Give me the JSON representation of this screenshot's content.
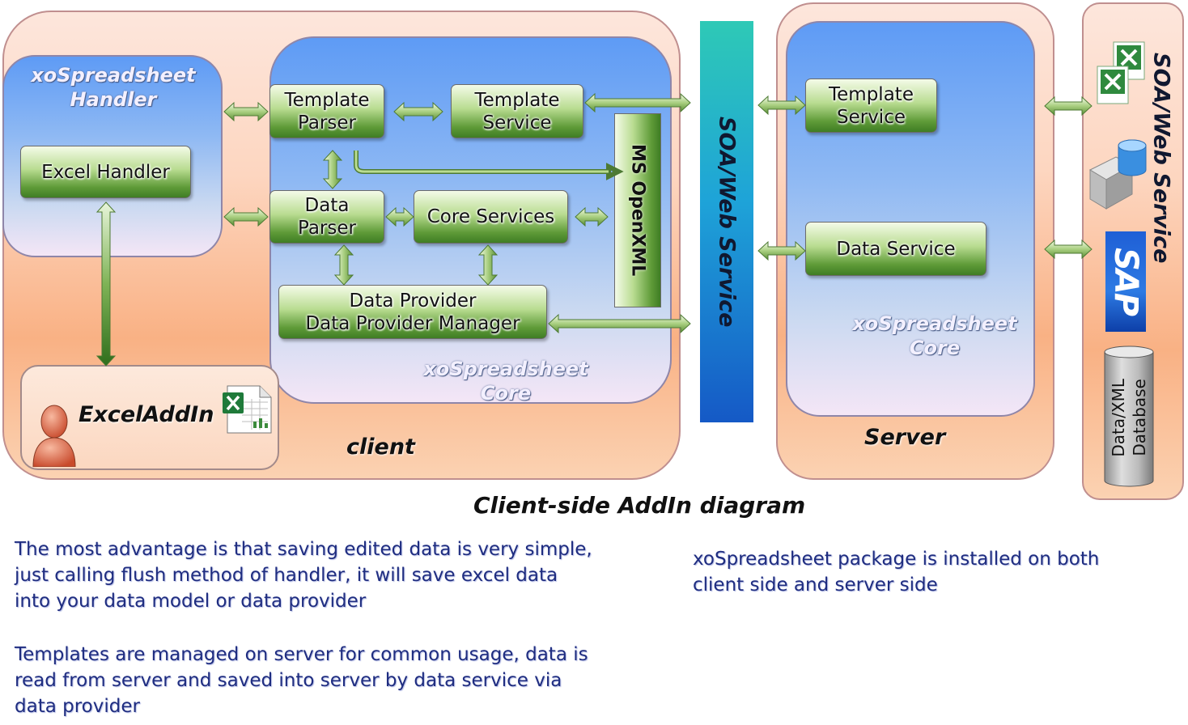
{
  "client": {
    "label": "client",
    "handler_title": "xoSpreadsheet\nHandler",
    "excel_handler": "Excel Handler",
    "addin_label": "ExcelAddIn",
    "core_title": "xoSpreadsheet\nCore",
    "template_parser": "Template\nParser",
    "template_service": "Template\nService",
    "data_parser": "Data\nParser",
    "core_services": "Core Services",
    "data_provider": "Data Provider\nData Provider Manager",
    "openxml": "MS OpenXML"
  },
  "bus_label": "SOA/Web Service",
  "server": {
    "label": "Server",
    "core_title": "xoSpreadsheet\nCore",
    "template_service": "Template\nService",
    "data_service": "Data Service"
  },
  "external": {
    "title": "SOA/Web Service",
    "database": "Data/XML\nDatabase",
    "sap": "SAP"
  },
  "caption": "Client-side AddIn diagram",
  "notes": {
    "left_1": "The most advantage is that saving edited data is very simple,\njust calling flush method of handler, it will save excel data\ninto your data model or data provider",
    "left_2": "Templates are managed on server for common usage, data is\nread from server and saved into server by data service via\ndata provider",
    "right_1": "xoSpreadsheet package is installed on both\nclient side and server side"
  },
  "colors": {
    "bus_top": "#2ec9b6",
    "bus_bottom": "#1559c6",
    "note_text": "#1f2d80",
    "box_green": "#5f9b38"
  }
}
